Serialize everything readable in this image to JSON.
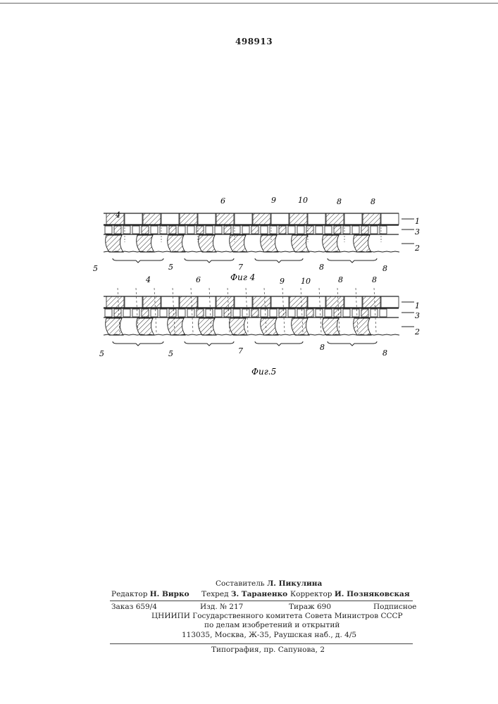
{
  "document": {
    "number": "498913",
    "figures": [
      {
        "caption": "Фиг 4",
        "labels": {
          "l1": "1",
          "l2": "2",
          "l3": "3",
          "l4": "4",
          "l5a": "5",
          "l5b": "5",
          "l6": "6",
          "l7": "7",
          "l8a": "8",
          "l8b": "8",
          "l8c": "8",
          "l8d": "8",
          "l9": "9",
          "l10": "10"
        }
      },
      {
        "caption": "Фиг.5",
        "labels": {
          "l1": "1",
          "l2": "2",
          "l3": "3",
          "l4": "4",
          "l5a": "5",
          "l5b": "5",
          "l6": "6",
          "l7": "7",
          "l8a": "8",
          "l8b": "8",
          "l8c": "8",
          "l8d": "8",
          "l9": "9",
          "l10": "10"
        }
      }
    ],
    "footer": {
      "compiler_label": "Составитель",
      "compiler_name": "Л. Пикулина",
      "editor_label": "Редактор",
      "editor_name": "Н. Вирко",
      "techred_label": "Техред",
      "techred_name": "З. Тараненко",
      "corrector_label": "Корректор",
      "corrector_name": "И. Позняковская",
      "order": "Заказ 659/4",
      "issue": "Изд. № 217",
      "circulation": "Тираж 690",
      "subscription": "Подписное",
      "institute": "ЦНИИПИ Государственного комитета Совета Министров СССР",
      "department": "по делам изобретений и открытий",
      "address": "113035, Москва, Ж-35, Раушская наб., д. 4/5",
      "printer": "Типография, пр. Сапунова, 2"
    }
  }
}
